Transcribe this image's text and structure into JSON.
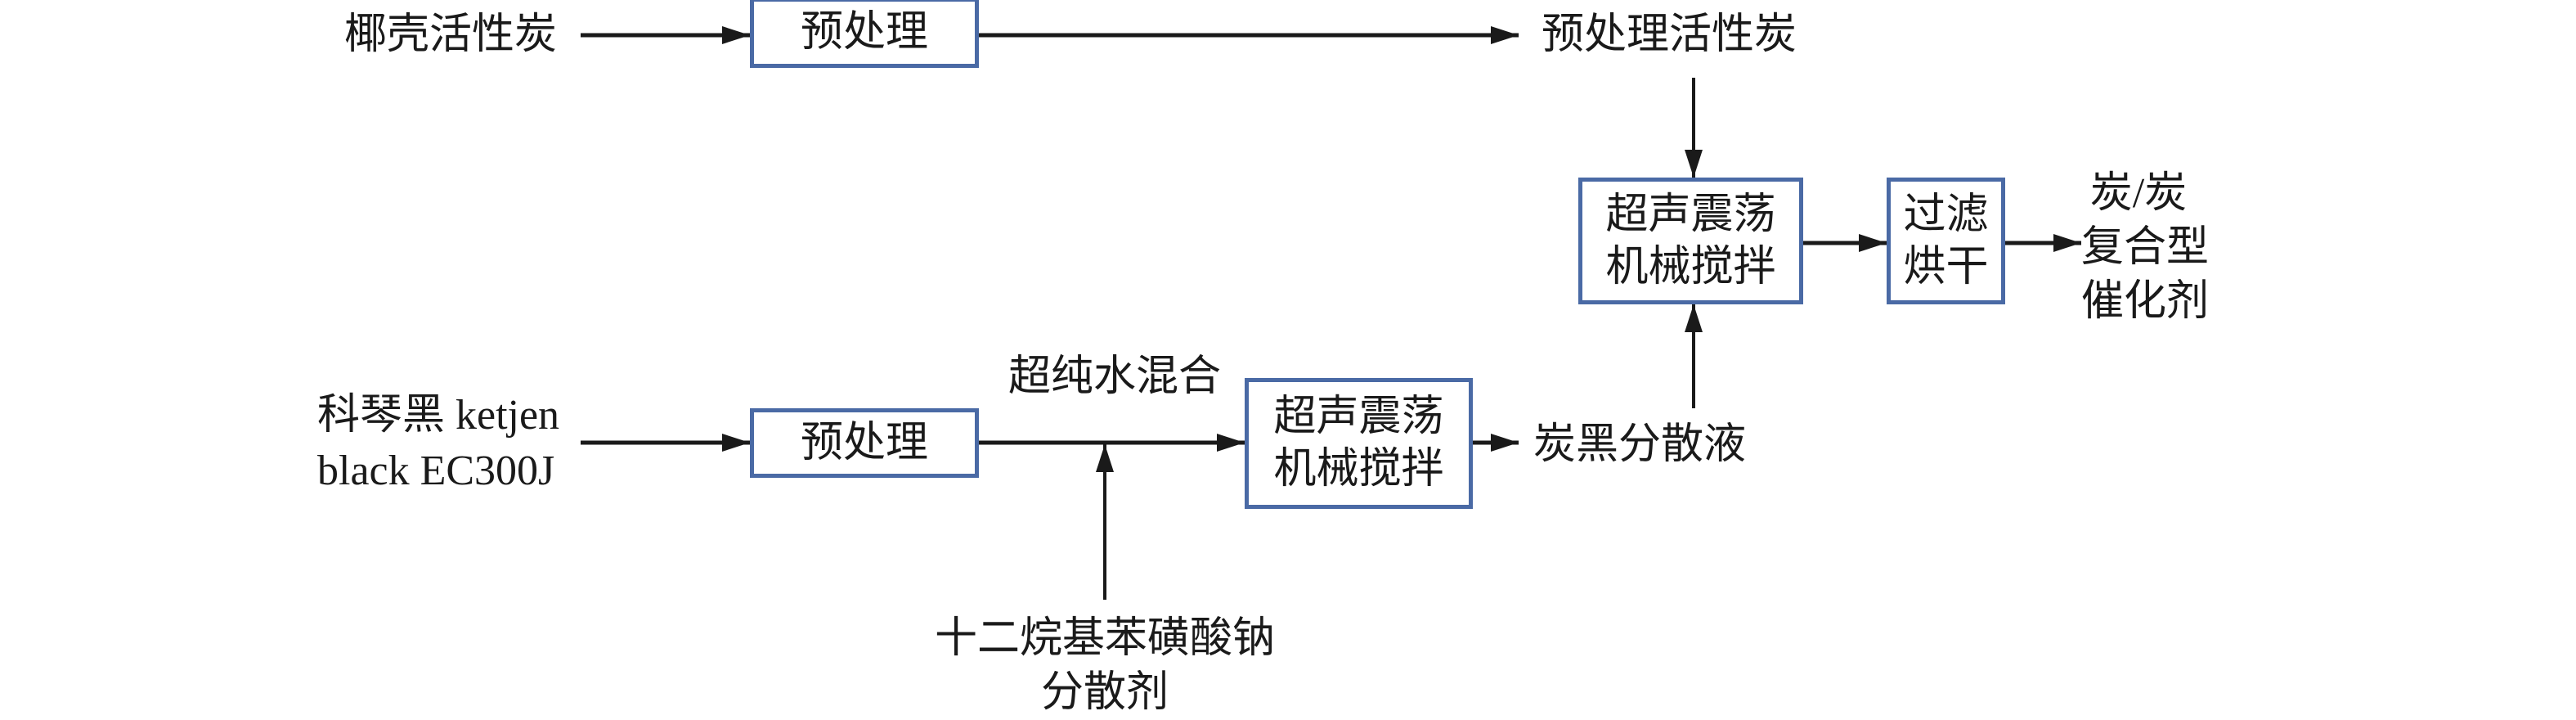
{
  "diagram": {
    "title": "",
    "colors": {
      "box_border": "#4a6aa5",
      "line": "#1a1a1a",
      "text": "#1a1a1a",
      "background": "#ffffff"
    },
    "nodes": {
      "input_coconut_carbon": {
        "text": "椰壳活性炭"
      },
      "pretreat_top": {
        "lines": [
          "预处理"
        ]
      },
      "pretreated_carbon": {
        "text": "预处理活性炭"
      },
      "ultrasonic_top": {
        "lines": [
          "超声震荡",
          "机械搅拌"
        ]
      },
      "filter_dry": {
        "lines": [
          "过滤",
          "烘干"
        ]
      },
      "product": {
        "lines": [
          "炭/炭",
          "复合型",
          "催化剂"
        ]
      },
      "input_ketjen": {
        "lines": [
          "科琴黑 ketjen",
          "black EC300J"
        ]
      },
      "pretreat_bottom": {
        "lines": [
          "预处理"
        ]
      },
      "water_mix": {
        "text": "超纯水混合"
      },
      "ultrasonic_bottom": {
        "lines": [
          "超声震荡",
          "机械搅拌"
        ]
      },
      "carbon_black_dispersion": {
        "text": "炭黑分散液"
      },
      "dispersant": {
        "lines": [
          "十二烷基苯磺酸钠",
          "分散剂"
        ]
      }
    },
    "edges": [
      {
        "from": "椰壳活性炭",
        "to": "预处理 (top)"
      },
      {
        "from": "预处理 (top)",
        "to": "预处理活性炭"
      },
      {
        "from": "预处理活性炭",
        "to": "超声震荡机械搅拌 (top)"
      },
      {
        "from": "超声震荡机械搅拌 (top)",
        "to": "过滤烘干"
      },
      {
        "from": "过滤烘干",
        "to": "炭/炭复合型催化剂"
      },
      {
        "from": "科琴黑 ketjen black EC300J",
        "to": "预处理 (bottom)"
      },
      {
        "from": "预处理 (bottom)",
        "to": "超声震荡机械搅拌 (bottom)",
        "label": "超纯水混合"
      },
      {
        "from": "十二烷基苯磺酸钠分散剂",
        "to": "junction on 预处理→超声 line"
      },
      {
        "from": "超声震荡机械搅拌 (bottom)",
        "to": "炭黑分散液"
      },
      {
        "from": "炭黑分散液",
        "to": "超声震荡机械搅拌 (top)"
      }
    ]
  }
}
